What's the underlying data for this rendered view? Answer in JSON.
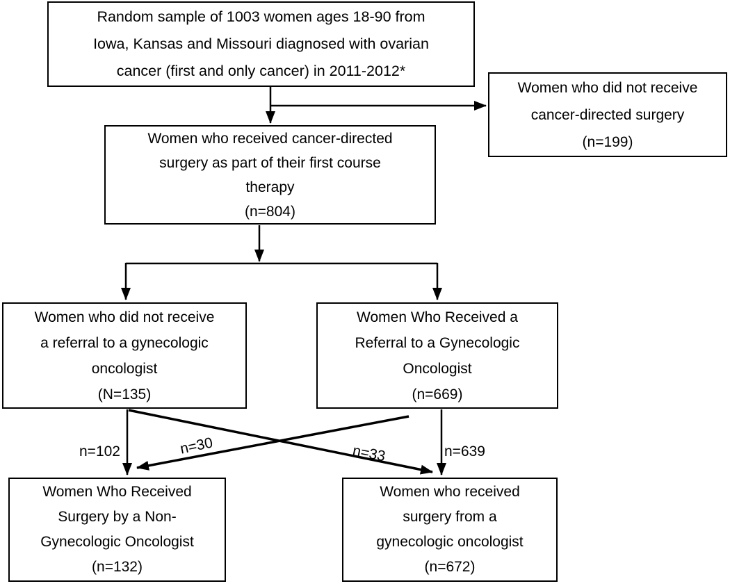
{
  "figure": {
    "background_color": "#ffffff",
    "line_color": "#000000",
    "text_color": "#000000"
  },
  "boxes": {
    "sample": {
      "text": "Random sample of 1003 women ages 18-90 from\nIowa, Kansas and Missouri diagnosed with ovarian\ncancer (first and only cancer) in 2011-2012*"
    },
    "no_surgery": {
      "text": "Women who did not receive\ncancer-directed surgery\n(n=199)"
    },
    "surgery": {
      "text": "Women who received cancer-directed\nsurgery as part of their first course\ntherapy\n(n=804)"
    },
    "no_referral": {
      "text": "Women who did not receive\na referral to a gynecologic\noncologist\n(N=135)"
    },
    "referral": {
      "text": "Women Who Received a\nReferral to a Gynecologic\nOncologist\n(n=669)"
    },
    "non_gyn_surgery": {
      "text": "Women Who Received\nSurgery by a Non-\nGynecologic Oncologist\n(n=132)"
    },
    "gyn_surgery": {
      "text": "Women who received\nsurgery from a\ngynecologic oncologist\n(n=672)"
    }
  },
  "edge_labels": {
    "no_referral_direct": "n=102",
    "cross_to_non_gyn": "n=30",
    "cross_to_gyn": "n=33",
    "referral_direct": "n=639"
  }
}
